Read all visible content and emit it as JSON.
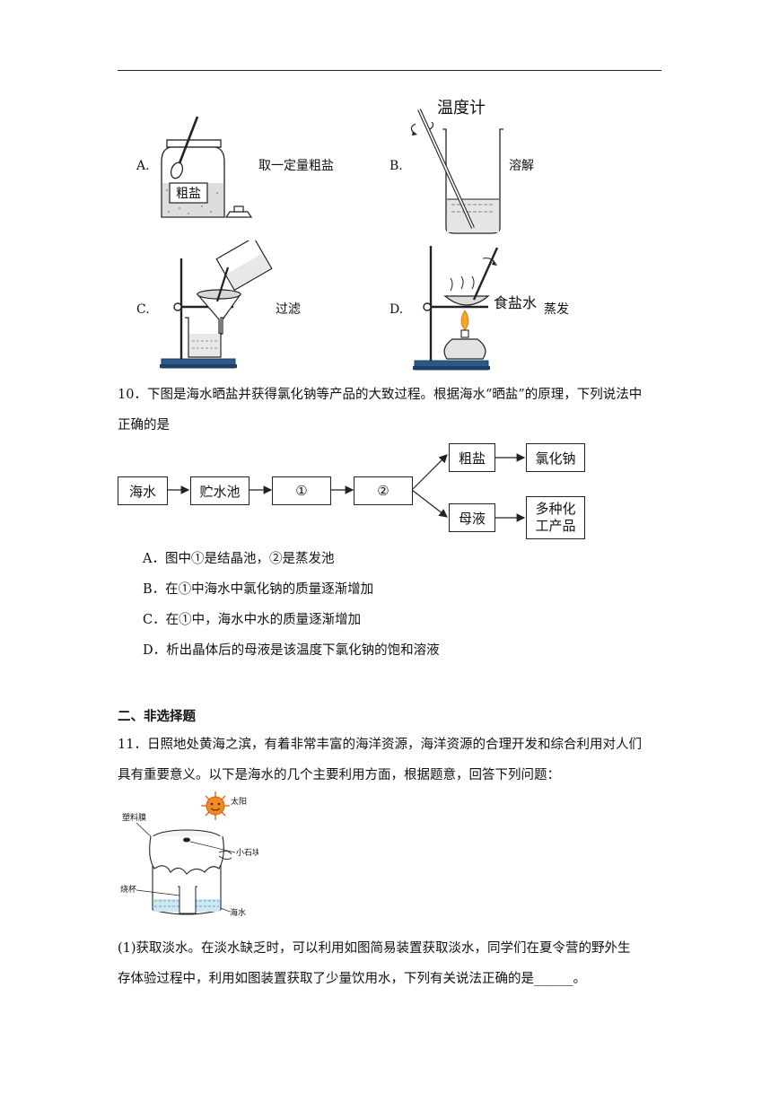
{
  "q9": {
    "a": {
      "letter": "A.",
      "caption": "取一定量粗盐",
      "label": "粗盐"
    },
    "b": {
      "letter": "B.",
      "caption": "溶解",
      "label": "温度计"
    },
    "c": {
      "letter": "C.",
      "caption": "过滤"
    },
    "d": {
      "letter": "D.",
      "caption": "蒸发",
      "label": "食盐水"
    }
  },
  "q10": {
    "stem_line1": "10．下图是海水晒盐并获得氯化钠等产品的大致过程。根据海水“晒盐”的原理，下列说法中",
    "stem_line2": "正确的是",
    "flow": {
      "seawater": "海水",
      "reservoir": "贮水池",
      "step1": "①",
      "step2": "②",
      "crude_salt": "粗盐",
      "nacl": "氯化钠",
      "mother_liquor": "母液",
      "products_line1": "多种化",
      "products_line2": "工产品"
    },
    "options": [
      "A．图中①是结晶池，②是蒸发池",
      "B．在①中海水中氯化钠的质量逐渐增加",
      "C．在①中，海水中水的质量逐渐增加",
      "D．析出晶体后的母液是该温度下氯化钠的饱和溶液"
    ]
  },
  "section2": {
    "title": "二、非选择题"
  },
  "q11": {
    "stem_line1": "11．日照地处黄海之滨，有着非常丰富的海洋资源，海洋资源的合理开发和综合利用对人们",
    "stem_line2": "具有重要意义。以下是海水的几个主要利用方面，根据题意，回答下列问题：",
    "figure": {
      "sun": "太阳",
      "film": "塑料膜",
      "stone": "小石块",
      "beaker": "烧杯",
      "seawater": "海水"
    },
    "sub1_line1": "(1)获取淡水。在淡水缺乏时，可以利用如图简易装置获取淡水，同学们在夏令营的野外生",
    "sub1_line2": "存体验过程中，利用如图装置获取了少量饮用水，下列有关说法正确的是______。"
  }
}
